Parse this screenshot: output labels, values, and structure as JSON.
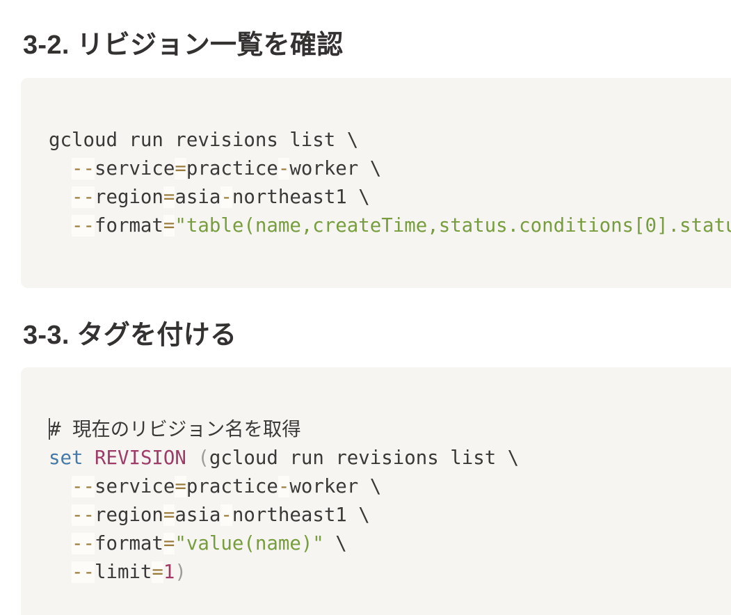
{
  "colors": {
    "page_background": "#ffffff",
    "heading_text": "#333231",
    "code_background": "#f6f5f2",
    "code_text": "#3a3937",
    "operator": "#9c7c3e",
    "operator_highlight": "#fdfcf8",
    "string": "#789d3e",
    "keyword": "#4579a7",
    "variable": "#9d3c67",
    "number": "#a13a63",
    "paren": "#9e9d9a",
    "caret": "#4a4947"
  },
  "sections": [
    {
      "heading": "3-2. リビジョン一覧を確認",
      "code_lines": [
        [
          {
            "t": "gcloud run revisions list \\",
            "c": "plain"
          }
        ],
        [
          {
            "t": "  ",
            "c": "plain"
          },
          {
            "t": "--",
            "c": "op"
          },
          {
            "t": "service",
            "c": "plain"
          },
          {
            "t": "=",
            "c": "op"
          },
          {
            "t": "practice",
            "c": "plain"
          },
          {
            "t": "-",
            "c": "op"
          },
          {
            "t": "worker \\",
            "c": "plain"
          }
        ],
        [
          {
            "t": "  ",
            "c": "plain"
          },
          {
            "t": "--",
            "c": "op"
          },
          {
            "t": "region",
            "c": "plain"
          },
          {
            "t": "=",
            "c": "op"
          },
          {
            "t": "asia",
            "c": "plain"
          },
          {
            "t": "-",
            "c": "op"
          },
          {
            "t": "northeast1 \\",
            "c": "plain"
          }
        ],
        [
          {
            "t": "  ",
            "c": "plain"
          },
          {
            "t": "--",
            "c": "op"
          },
          {
            "t": "format",
            "c": "plain"
          },
          {
            "t": "=",
            "c": "op"
          },
          {
            "t": "\"table(name,createTime,status.conditions[0].statu",
            "c": "str"
          }
        ]
      ]
    },
    {
      "heading": "3-3. タグを付ける",
      "code_lines": [
        [
          {
            "t": "",
            "c": "caret"
          },
          {
            "t": "# 現在のリビジョン名を取得",
            "c": "plain"
          }
        ],
        [
          {
            "t": "set",
            "c": "kw"
          },
          {
            "t": " ",
            "c": "plain"
          },
          {
            "t": "REVISION",
            "c": "var"
          },
          {
            "t": " ",
            "c": "plain"
          },
          {
            "t": "(",
            "c": "paren"
          },
          {
            "t": "gcloud run revisions list \\",
            "c": "plain"
          }
        ],
        [
          {
            "t": "  ",
            "c": "plain"
          },
          {
            "t": "--",
            "c": "op"
          },
          {
            "t": "service",
            "c": "plain"
          },
          {
            "t": "=",
            "c": "op"
          },
          {
            "t": "practice",
            "c": "plain"
          },
          {
            "t": "-",
            "c": "op"
          },
          {
            "t": "worker \\",
            "c": "plain"
          }
        ],
        [
          {
            "t": "  ",
            "c": "plain"
          },
          {
            "t": "--",
            "c": "op"
          },
          {
            "t": "region",
            "c": "plain"
          },
          {
            "t": "=",
            "c": "op"
          },
          {
            "t": "asia",
            "c": "plain"
          },
          {
            "t": "-",
            "c": "op"
          },
          {
            "t": "northeast1 \\",
            "c": "plain"
          }
        ],
        [
          {
            "t": "  ",
            "c": "plain"
          },
          {
            "t": "--",
            "c": "op"
          },
          {
            "t": "format",
            "c": "plain"
          },
          {
            "t": "=",
            "c": "op"
          },
          {
            "t": "\"value(name)\"",
            "c": "str"
          },
          {
            "t": " \\",
            "c": "plain"
          }
        ],
        [
          {
            "t": "  ",
            "c": "plain"
          },
          {
            "t": "--",
            "c": "op"
          },
          {
            "t": "limit",
            "c": "plain"
          },
          {
            "t": "=",
            "c": "op"
          },
          {
            "t": "1",
            "c": "num"
          },
          {
            "t": ")",
            "c": "paren"
          }
        ]
      ]
    }
  ]
}
